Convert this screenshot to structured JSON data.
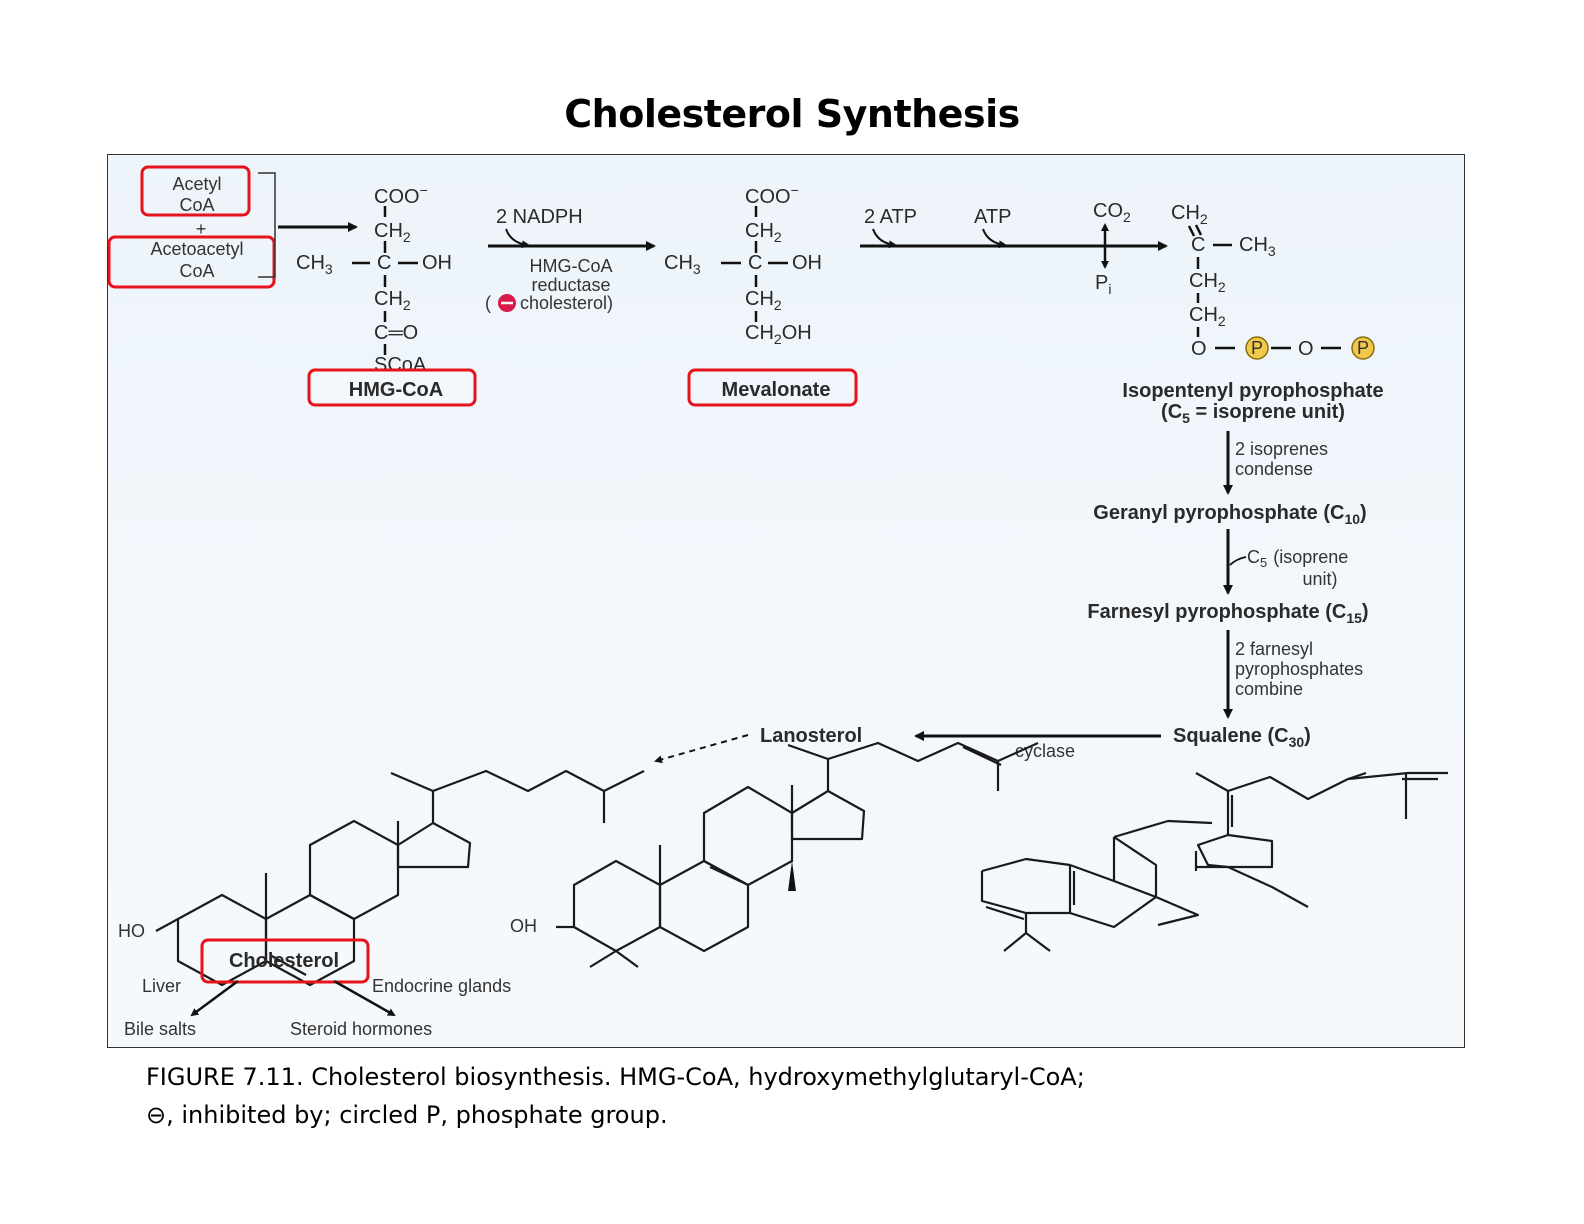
{
  "title": "Cholesterol Synthesis",
  "inputs": {
    "acetyl": [
      "Acetyl",
      "CoA"
    ],
    "plus": "+",
    "acetoacetyl": [
      "Acetoacetyl",
      "CoA"
    ]
  },
  "hmg": {
    "coo": "COO",
    "ch2a": "CH",
    "ch3": "CH",
    "c": "C",
    "oh": "OH",
    "ch2b": "CH",
    "co": "C═O",
    "scoa": "SCoA",
    "label": "HMG-CoA"
  },
  "step1": {
    "cofactor": "2 NADPH",
    "enzyme1": "HMG-CoA",
    "enzyme2": "reductase",
    "inhibitor": "cholesterol)",
    "inhib_open": "("
  },
  "mevalonate": {
    "coo": "COO",
    "ch2a": "CH",
    "ch3": "CH",
    "c": "C",
    "oh": "OH",
    "ch2b": "CH",
    "ch2oh": "CH",
    "label": "Mevalonate"
  },
  "step2": {
    "atp1": "2 ATP",
    "atp2": "ATP",
    "co2": "CO",
    "pi": "P"
  },
  "ipp": {
    "ch2top": "CH",
    "c": "C",
    "ch3": "CH",
    "ch2a": "CH",
    "ch2b": "CH",
    "o1": "O",
    "p1": "P",
    "o2": "O",
    "p2": "P",
    "label1": "Isopentenyl pyrophosphate",
    "label2": "(C",
    "label2b": " = isoprene unit)"
  },
  "steps": {
    "s3": [
      "2 isoprenes",
      "condense"
    ],
    "geranyl": "Geranyl pyrophosphate (C",
    "s4": [
      "C",
      "(isoprene",
      "unit)"
    ],
    "farnesyl": "Farnesyl pyrophosphate (C",
    "s5": [
      "2 farnesyl",
      "pyrophosphates",
      "combine"
    ],
    "squalene": "Squalene (C",
    "cyclase": "cyclase",
    "lanosterol": "Lanosterol"
  },
  "subscripts": {
    "two": "2",
    "three": "3",
    "five": "5",
    "ten": "10",
    "fifteen": "15",
    "thirty": "30",
    "i": "i",
    "minus": "−"
  },
  "structures": {
    "ho": "HO",
    "oh": "OH"
  },
  "cholesterol": {
    "label": "Cholesterol",
    "liver": "Liver",
    "endocrine": "Endocrine glands",
    "bile": "Bile salts",
    "steroid": "Steroid hormones"
  },
  "caption": {
    "line1": "FIGURE 7.11. Cholesterol biosynthesis. HMG-CoA, hydroxymethylglutaryl-CoA;",
    "line2": "⊖, inhibited by; circled P, phosphate group."
  },
  "colors": {
    "highlight": "#e8121b",
    "inhibitor": "#d81b4a",
    "phosphate": "#f2c84b"
  }
}
